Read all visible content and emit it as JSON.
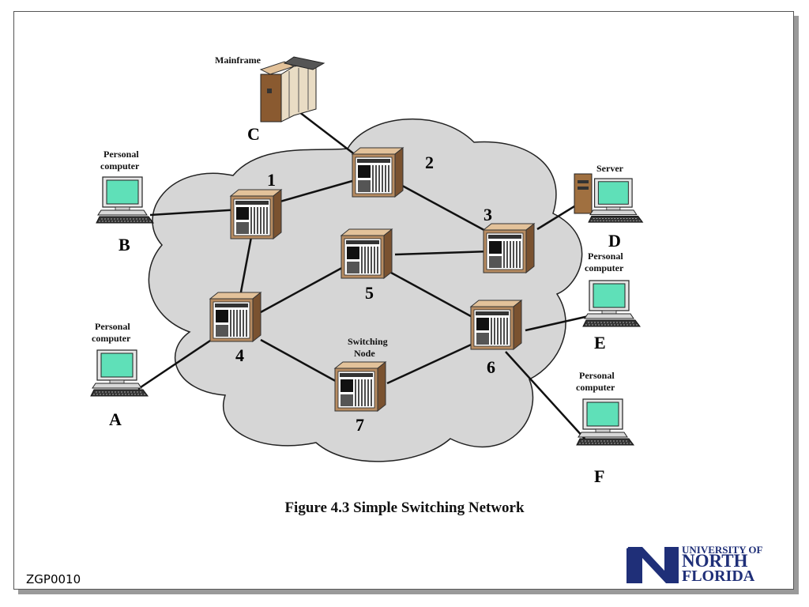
{
  "figure": {
    "caption": "Figure 4.3  Simple Switching Network",
    "slide_id": "ZGP0010"
  },
  "logo": {
    "line1": "UNIVERSITY OF",
    "line2": "NORTH",
    "line3": "FLORIDA"
  },
  "devices": {
    "mainframe": {
      "type_label": "Mainframe",
      "letter": "C"
    },
    "pc_b": {
      "type_line1": "Personal",
      "type_line2": "computer",
      "letter": "B"
    },
    "pc_a": {
      "type_line1": "Personal",
      "type_line2": "computer",
      "letter": "A"
    },
    "server": {
      "type_label": "Server",
      "letter": "D"
    },
    "pc_e": {
      "type_line1": "Personal",
      "type_line2": "computer",
      "letter": "E"
    },
    "pc_f": {
      "type_line1": "Personal",
      "type_line2": "computer",
      "letter": "F"
    }
  },
  "switching_node_label": {
    "line1": "Switching",
    "line2": "Node"
  },
  "nodes": [
    {
      "id": "1"
    },
    {
      "id": "2"
    },
    {
      "id": "3"
    },
    {
      "id": "4"
    },
    {
      "id": "5"
    },
    {
      "id": "6"
    },
    {
      "id": "7"
    }
  ],
  "colors": {
    "cloud_fill": "#d6d6d6",
    "node_body": "#b78c62",
    "screen": "#5fe0b8",
    "logo_blue": "#1f2f78"
  }
}
